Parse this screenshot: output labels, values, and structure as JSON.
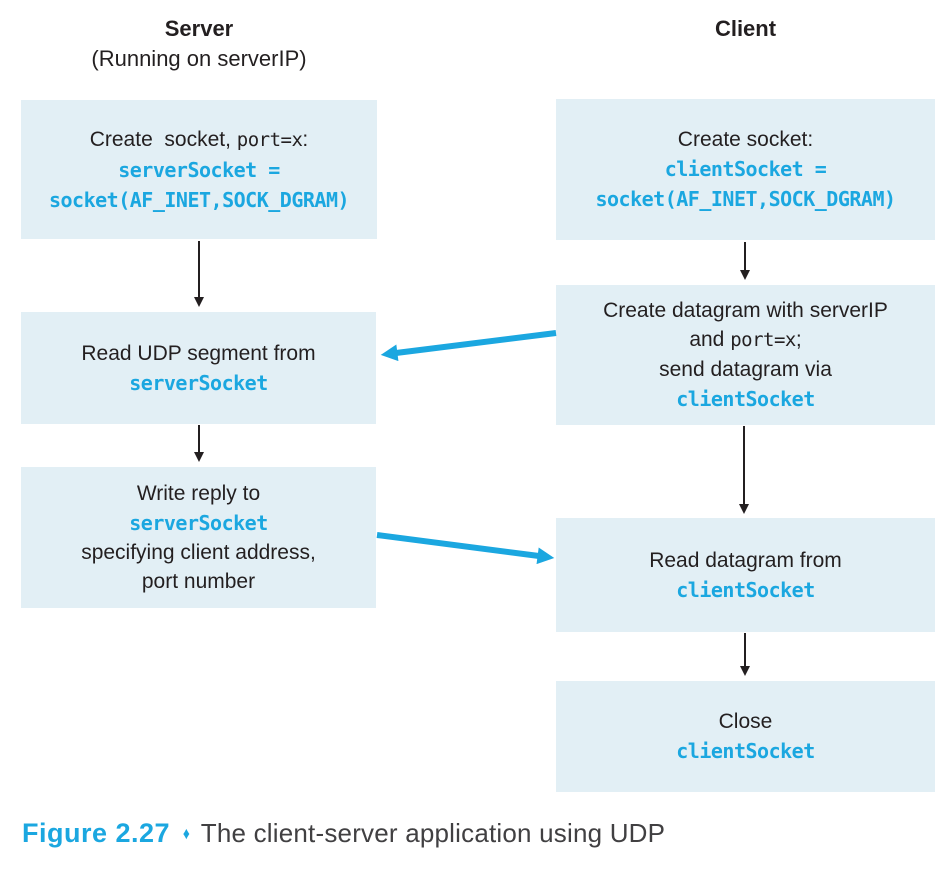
{
  "titles": {
    "server": "Server",
    "server_sub": "(Running on serverIP)",
    "client": "Client"
  },
  "colors": {
    "accent_cyan": "#1ba7e0",
    "box_fill": "#e2eff5",
    "text_dark": "#231f20",
    "caption_text": "#414042"
  },
  "boxes": {
    "server_create": {
      "line1_sans_a": "Create  socket, ",
      "line1_mono": "port=x",
      "line1_sans_b": ":",
      "code1": "serverSocket =",
      "code2": "socket(AF_INET,SOCK_DGRAM)"
    },
    "server_read": {
      "line1": "Read UDP segment from",
      "code1": "serverSocket"
    },
    "server_write": {
      "line1": "Write reply to",
      "code1": "serverSocket",
      "line2": "specifying client address,",
      "line3": "port number"
    },
    "client_create": {
      "line1": "Create socket:",
      "code1": "clientSocket =",
      "code2": "socket(AF_INET,SOCK_DGRAM)"
    },
    "client_datagram": {
      "line1": "Create datagram with serverIP",
      "line2_sans_a": "and ",
      "line2_mono": "port=x",
      "line2_sans_b": ";",
      "line3": "send datagram via",
      "code1": "clientSocket"
    },
    "client_read": {
      "line1": "Read datagram from",
      "code1": "clientSocket"
    },
    "client_close": {
      "line1": "Close",
      "code1": "clientSocket"
    }
  },
  "caption": {
    "label": "Figure 2.27",
    "separator": "♦",
    "text": "The client-server application using UDP"
  }
}
